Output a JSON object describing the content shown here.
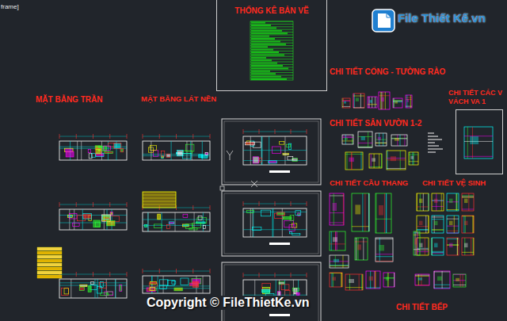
{
  "diagram": {
    "nodes": [
      {
        "text": [
          "THỐNG KÊ BẢN VẼ"
        ]
      },
      {
        "text": [
          "CHI TIẾT CÁC V VÁCH VA 1"
        ]
      }
    ],
    "labels": [
      "frame]",
      "File Thiết Kế.vn",
      "MẶT BẰNG TRẦN",
      "MẶT BẰNG LÁT NỀN",
      "CHI TIẾT CỔNG - TƯỜNG RÀO",
      "CHI TIẾT SÂN VƯỜN 1-2",
      "CHI TIẾT CẦU THANG",
      "CHI TIẾT VỆ SINH",
      "CHI TIẾT BẾP",
      "Copyright © FileThietKe.vn"
    ]
  }
}
